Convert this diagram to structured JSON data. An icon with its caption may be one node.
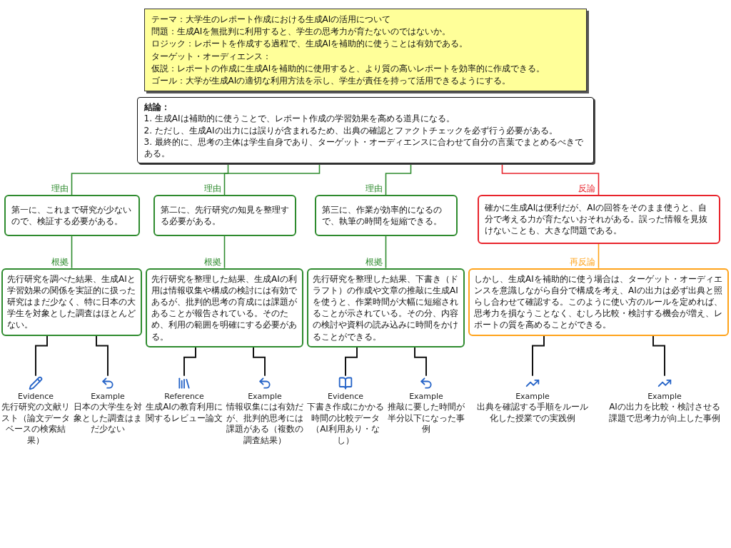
{
  "diagram": {
    "nodes": [
      {
        "text": [
          "テーマ：大学生のレポート作成における生成AIの活用について",
          "問題：生成AIを無批判に利用すると、学生の思考力が育たないのではないか。",
          "ロジック：レポートを作成する過程で、生成AIを補助的に使うことは有効である。",
          "ターゲット・オーディエンス：",
          "仮説：レポートの作成に生成AIを補助的に使用すると、より質の高いレポートを効率的に作成できる。",
          "ゴール：大学が生成AIの適切な利用方法を示し、学生が責任を持って活用できるようにする。"
        ]
      },
      {
        "text": [
          "結論：",
          "1. 生成AIは補助的に使うことで、レポート作成の学習効果を高める道具になる。",
          "2. ただし、生成AIの出力には誤りが含まれるため、出典の確認とファクトチェックを必ず行う必要がある。",
          "3. 最終的に、思考の主体は学生自身であり、ターゲット・オーディエンスに合わせて自分の言葉でまとめるべきである。"
        ]
      },
      {
        "text": [
          "第一に、これまで研究が少ないので、検証する必要がある。"
        ]
      },
      {
        "text": [
          "第二に、先行研究の知見を整理する必要がある。"
        ]
      },
      {
        "text": [
          "第三に、作業が効率的になるので、執筆の時間を短縮できる。"
        ]
      },
      {
        "text": [
          "確かに生成AIは便利だが、AIの回答をそのまま使うと、自分で考える力が育たないおそれがある。誤った情報を見抜けないことも、大きな問題である。"
        ]
      },
      {
        "text": [
          "先行研究を調べた結果、生成AIと学習効果の関係を実証的に扱った研究はまだ少なく、特に日本の大学生を対象とした調査はほとんどない。"
        ]
      },
      {
        "text": [
          "先行研究を整理した結果、生成AIの利用は情報収集や構成の検討には有効であるが、批判的思考の育成には課題があることが報告されている。そのため、利用の範囲を明確にする必要がある。"
        ]
      },
      {
        "text": [
          "先行研究を整理した結果、下書き（ドラフト）の作成や文章の推敲に生成AIを使うと、作業時間が大幅に短縮されることが示されている。その分、内容の検討や資料の読み込みに時間をかけることができる。"
        ]
      },
      {
        "text": [
          "しかし、生成AIを補助的に使う場合は、ターゲット・オーディエンスを意識しながら自分で構成を考え、AIの出力は必ず出典と照らし合わせて確認する。このように使い方のルールを定めれば、思考力を損なうことなく、むしろ比較・検討する機会が増え、レポートの質を高めることができる。"
        ]
      },
      {
        "text": [
          "Evidence",
          "先行研究の文献リスト（論文データベースの検索結果）"
        ]
      },
      {
        "text": [
          "Example",
          "日本の大学生を対象とした調査はまだ少ない"
        ]
      },
      {
        "text": [
          "Reference",
          "生成AIの教育利用に関するレビュー論文"
        ]
      },
      {
        "text": [
          "Example",
          "情報収集には有効だが、批判的思考には課題がある（複数の調査結果）"
        ]
      },
      {
        "text": [
          "Evidence",
          "下書き作成にかかる時間の比較データ（AI利用あり・なし）"
        ]
      },
      {
        "text": [
          "Example",
          "推敲に要した時間が半分以下になった事例"
        ]
      },
      {
        "text": [
          "Example",
          "出典を確認する手順をルール化した授業での実践例"
        ]
      },
      {
        "text": [
          "Example",
          "AIの出力を比較・検討させる課題で思考力が向上した事例"
        ]
      }
    ],
    "edges": [
      {
        "from": 1,
        "to": 2,
        "arrow": "none",
        "label": "理由",
        "color": "#2e8b2e"
      },
      {
        "from": 1,
        "to": 3,
        "arrow": "none",
        "label": "理由",
        "color": "#2e8b2e"
      },
      {
        "from": 1,
        "to": 4,
        "arrow": "none",
        "label": "理由",
        "color": "#2e8b2e"
      },
      {
        "from": 1,
        "to": 5,
        "arrow": "none",
        "label": "反論",
        "color": "#e8242c"
      },
      {
        "from": 2,
        "to": 6,
        "arrow": "none",
        "label": "根拠",
        "color": "#2e8b2e"
      },
      {
        "from": 3,
        "to": 7,
        "arrow": "none",
        "label": "根拠",
        "color": "#2e8b2e"
      },
      {
        "from": 4,
        "to": 8,
        "arrow": "none",
        "label": "根拠",
        "color": "#2e8b2e"
      },
      {
        "from": 5,
        "to": 9,
        "arrow": "none",
        "label": "再反論",
        "color": "#ffa31a"
      },
      {
        "from": 6,
        "to": 10,
        "arrow": "none"
      },
      {
        "from": 6,
        "to": 11,
        "arrow": "none"
      },
      {
        "from": 7,
        "to": 12,
        "arrow": "none"
      },
      {
        "from": 7,
        "to": 13,
        "arrow": "none"
      },
      {
        "from": 8,
        "to": 14,
        "arrow": "none"
      },
      {
        "from": 8,
        "to": 15,
        "arrow": "none"
      },
      {
        "from": 9,
        "to": 16,
        "arrow": "none"
      },
      {
        "from": 9,
        "to": 17,
        "arrow": "none"
      }
    ]
  }
}
